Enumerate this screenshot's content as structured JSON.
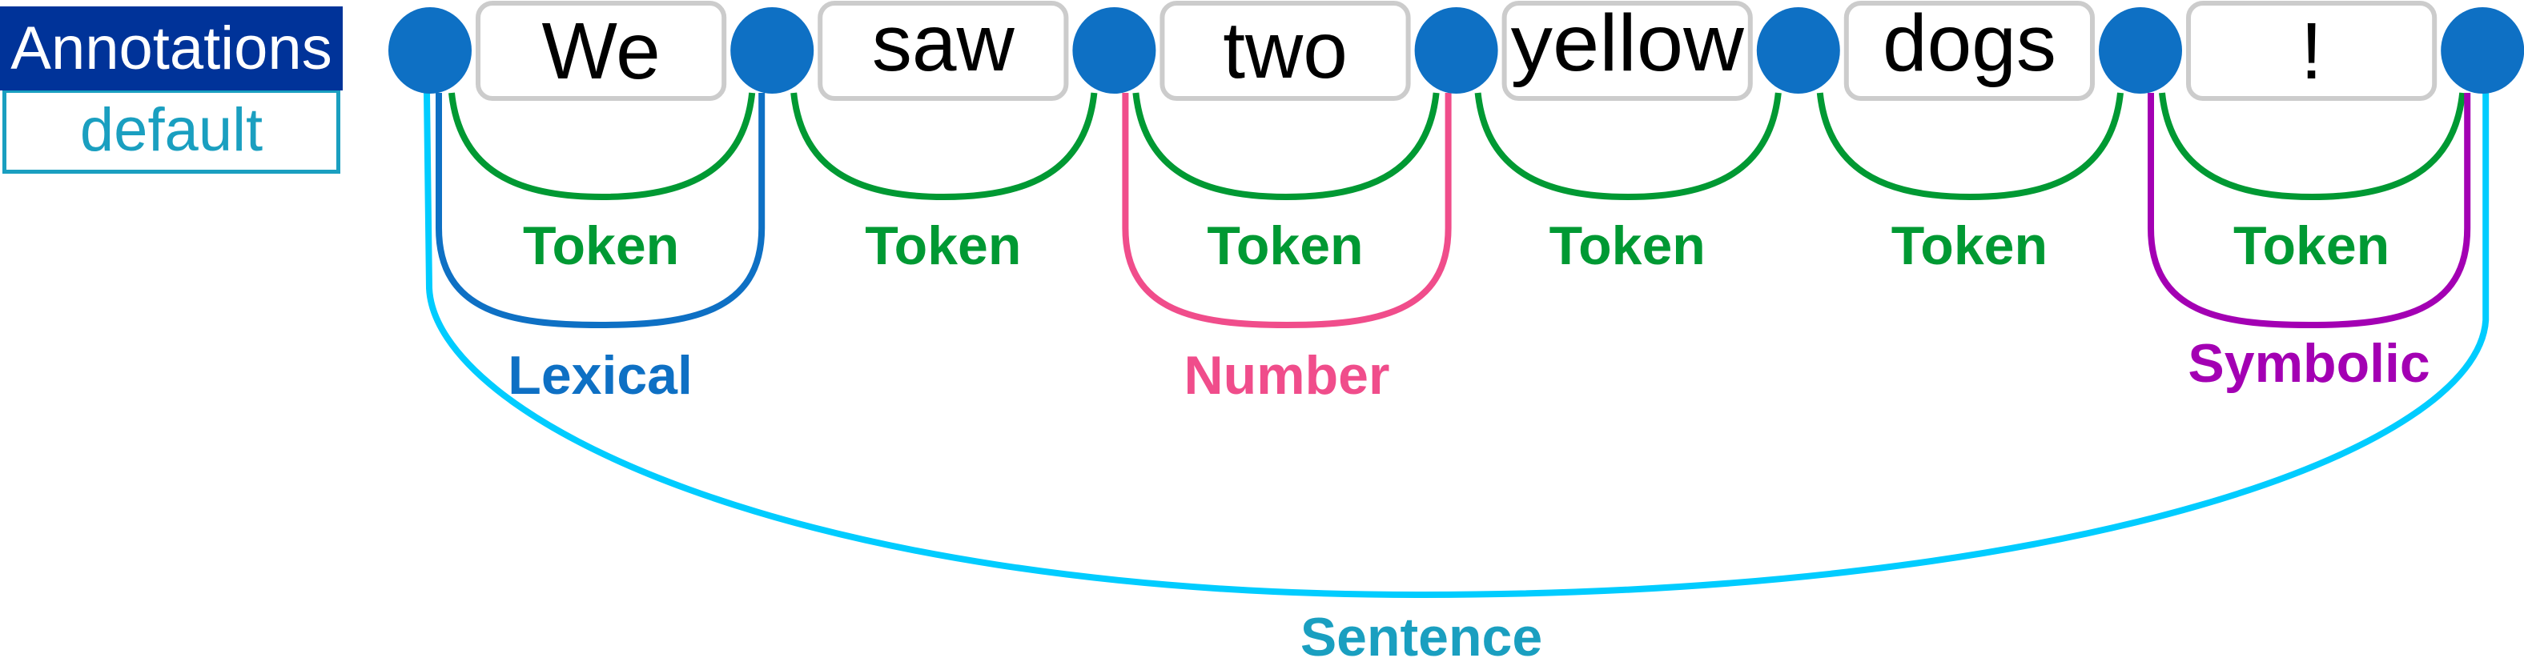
{
  "legend": {
    "title": "Annotations",
    "default_layer": "default",
    "colors": {
      "title_bg": "#003399",
      "default": "#1a9fc0"
    }
  },
  "tokens": [
    {
      "text": "We"
    },
    {
      "text": "saw"
    },
    {
      "text": "two"
    },
    {
      "text": "yellow"
    },
    {
      "text": "dogs"
    },
    {
      "text": "!"
    }
  ],
  "node_count": 7,
  "annotations": [
    {
      "label": "Token",
      "type": "token",
      "start": 0,
      "end": 1,
      "color": "#009933"
    },
    {
      "label": "Token",
      "type": "token",
      "start": 1,
      "end": 2,
      "color": "#009933"
    },
    {
      "label": "Token",
      "type": "token",
      "start": 2,
      "end": 3,
      "color": "#009933"
    },
    {
      "label": "Token",
      "type": "token",
      "start": 3,
      "end": 4,
      "color": "#009933"
    },
    {
      "label": "Token",
      "type": "token",
      "start": 4,
      "end": 5,
      "color": "#009933"
    },
    {
      "label": "Token",
      "type": "token",
      "start": 5,
      "end": 6,
      "color": "#009933"
    },
    {
      "label": "Lexical",
      "type": "lexical",
      "start": 0,
      "end": 1,
      "color": "#0e70c4"
    },
    {
      "label": "Number",
      "type": "number",
      "start": 2,
      "end": 3,
      "color": "#f04d8b"
    },
    {
      "label": "Symbolic",
      "type": "symbolic",
      "start": 5,
      "end": 6,
      "color": "#a300b3"
    },
    {
      "label": "Sentence",
      "type": "sentence",
      "start": 0,
      "end": 6,
      "color": "#00ccff",
      "label_color": "#1a9fc0"
    }
  ],
  "colors": {
    "node": "#0e70c4",
    "word_box_border": "#cccccc",
    "word_text": "#000000"
  }
}
